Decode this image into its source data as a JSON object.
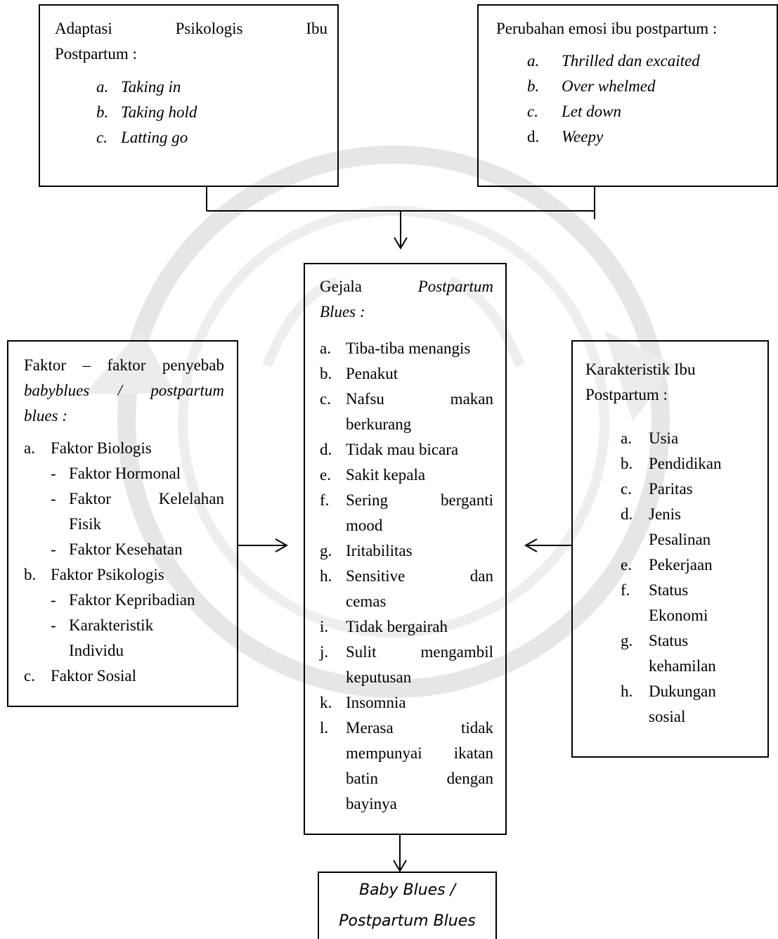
{
  "boxes": {
    "adaptation": {
      "heading_line1": [
        "Adaptasi",
        "Psikologis",
        "Ibu"
      ],
      "heading_line2": "Postpartum :",
      "items": [
        {
          "marker": "a.",
          "text": "Taking in"
        },
        {
          "marker": "b.",
          "text": "Taking hold"
        },
        {
          "marker": "c.",
          "text": "Latting go"
        }
      ]
    },
    "emotion": {
      "heading": "Perubahan emosi ibu postpartum :",
      "items": [
        {
          "marker": "a.",
          "text": "Thrilled dan excaited"
        },
        {
          "marker": "b.",
          "text": "Over whelmed"
        },
        {
          "marker": "c.",
          "text": "Let down"
        },
        {
          "marker": "d.",
          "text": "Weepy"
        }
      ]
    },
    "symptoms": {
      "heading_word1": "Gejala",
      "heading_word2": "Postpartum",
      "heading_line2": "Blues :",
      "items": [
        {
          "marker": "a.",
          "lines": [
            "Tiba-tiba menangis"
          ]
        },
        {
          "marker": "b.",
          "lines": [
            "Penakut"
          ]
        },
        {
          "marker": "c.",
          "lines": [
            "Nafsu makan",
            "berkurang"
          ]
        },
        {
          "marker": "d.",
          "lines": [
            "Tidak mau bicara"
          ]
        },
        {
          "marker": "e.",
          "lines": [
            "Sakit kepala"
          ]
        },
        {
          "marker": "f.",
          "lines": [
            "Sering berganti",
            "mood"
          ]
        },
        {
          "marker": "g.",
          "lines": [
            "Iritabilitas"
          ]
        },
        {
          "marker": "h.",
          "lines": [
            "Sensitive dan",
            "cemas"
          ]
        },
        {
          "marker": "i.",
          "lines": [
            "Tidak bergairah"
          ]
        },
        {
          "marker": "j.",
          "lines": [
            "Sulit mengambil",
            "keputusan"
          ]
        },
        {
          "marker": "k.",
          "lines": [
            "Insomnia"
          ]
        },
        {
          "marker": "l.",
          "lines": [
            "Merasa tidak",
            "mempunyai ikatan",
            "batin dengan",
            "bayinya"
          ]
        }
      ]
    },
    "factors": {
      "heading_line1": "Faktor – faktor penyebab",
      "heading_line2": "babyblues / postpartum",
      "heading_line3": "blues :",
      "groups": [
        {
          "marker": "a.",
          "label": "Faktor Biologis",
          "subs": [
            {
              "lines": [
                "Faktor Hormonal"
              ]
            },
            {
              "lines": [
                "Faktor Kelelahan",
                "Fisik"
              ]
            },
            {
              "lines": [
                "Faktor Kesehatan"
              ]
            }
          ]
        },
        {
          "marker": "b.",
          "label": "Faktor Psikologis",
          "subs": [
            {
              "lines": [
                "Faktor Kepribadian"
              ]
            },
            {
              "lines": [
                "Karakteristik",
                "Individu"
              ]
            }
          ]
        },
        {
          "marker": "c.",
          "label": "Faktor Sosial",
          "subs": []
        }
      ],
      "sub_marker": "-"
    },
    "characteristics": {
      "heading_line1": "Karakteristik Ibu",
      "heading_line2": "Postpartum :",
      "items": [
        {
          "marker": "a.",
          "lines": [
            "Usia"
          ]
        },
        {
          "marker": "b.",
          "lines": [
            "Pendidikan"
          ]
        },
        {
          "marker": "c.",
          "lines": [
            "Paritas"
          ]
        },
        {
          "marker": "d.",
          "lines": [
            "Jenis",
            "Pesalinan"
          ]
        },
        {
          "marker": "e.",
          "lines": [
            "Pekerjaan"
          ]
        },
        {
          "marker": "f.",
          "lines": [
            "Status",
            "Ekonomi"
          ]
        },
        {
          "marker": "g.",
          "lines": [
            "Status",
            "kehamilan"
          ]
        },
        {
          "marker": "h.",
          "lines": [
            "Dukungan",
            "sosial"
          ]
        }
      ]
    },
    "outcome": {
      "line1": "Baby Blues /",
      "line2": "Postpartum Blues"
    }
  }
}
